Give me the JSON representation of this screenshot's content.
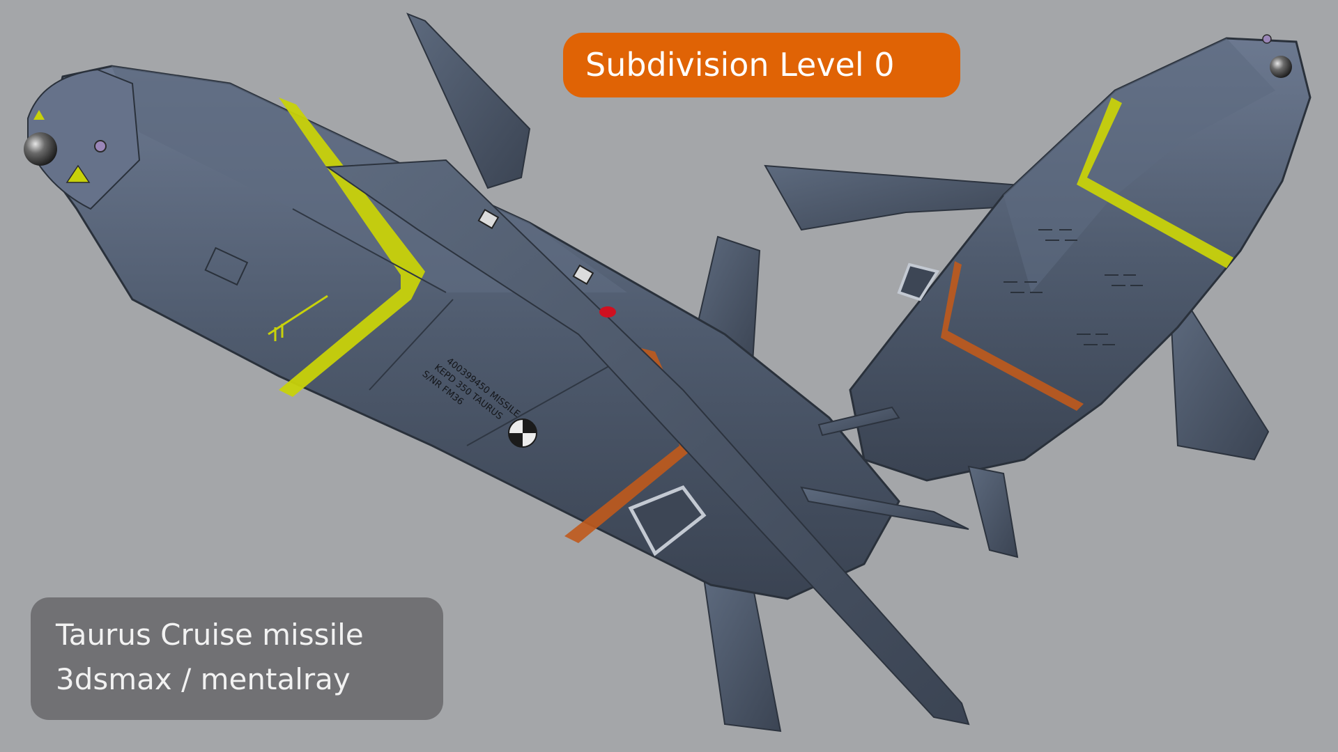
{
  "header": {
    "label": "Subdivision Level 0"
  },
  "caption": {
    "title": "Taurus Cruise missile",
    "software": "3dsmax / mentalray"
  },
  "hull_marking": {
    "line1": "400399450 MISSILE",
    "line2": "KEPD 350 TAURUS",
    "line3": "S/NR FM36"
  },
  "colors": {
    "background": "#a4a6a9",
    "badge": "#e06305",
    "caption_box": "#6c6d70",
    "missile_body": "#4e5a6c",
    "stripe_yellow": "#c8d20a",
    "stripe_orange": "#c05a1c"
  }
}
